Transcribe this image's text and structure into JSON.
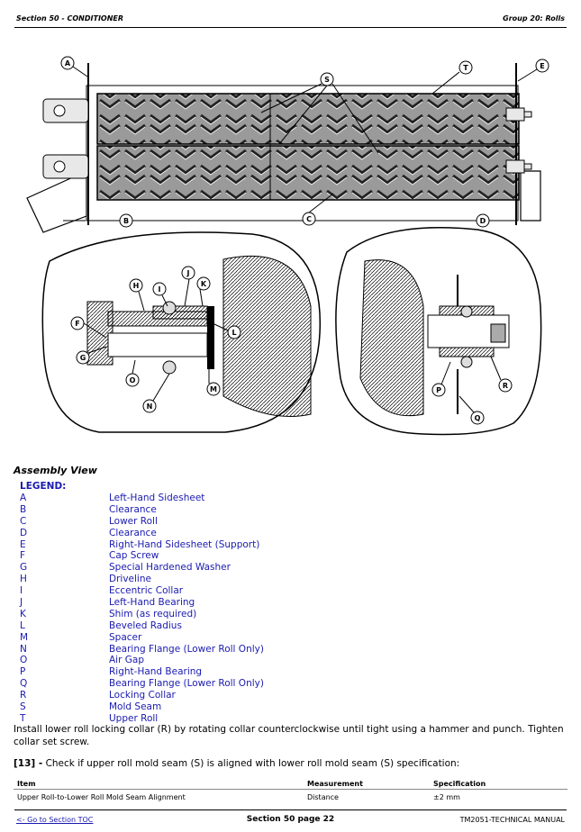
{
  "header": {
    "section": "Section 50 - CONDITIONER",
    "group": "Group 20: Rolls"
  },
  "figure": {
    "callouts": [
      "A",
      "B",
      "C",
      "D",
      "E",
      "F",
      "G",
      "H",
      "I",
      "J",
      "K",
      "L",
      "M",
      "N",
      "O",
      "P",
      "Q",
      "R",
      "S",
      "T"
    ]
  },
  "caption": "Assembly View",
  "legend": {
    "title": "LEGEND:",
    "items": [
      {
        "key": "A",
        "label": "Left-Hand Sidesheet"
      },
      {
        "key": "B",
        "label": "Clearance"
      },
      {
        "key": "C",
        "label": "Lower Roll"
      },
      {
        "key": "D",
        "label": "Clearance"
      },
      {
        "key": "E",
        "label": "Right-Hand Sidesheet (Support)"
      },
      {
        "key": "F",
        "label": "Cap Screw"
      },
      {
        "key": "G",
        "label": "Special Hardened Washer"
      },
      {
        "key": "H",
        "label": "Driveline"
      },
      {
        "key": "I",
        "label": "Eccentric Collar"
      },
      {
        "key": "J",
        "label": "Left-Hand Bearing"
      },
      {
        "key": "K",
        "label": "Shim (as required)"
      },
      {
        "key": "L",
        "label": "Beveled Radius"
      },
      {
        "key": "M",
        "label": "Spacer"
      },
      {
        "key": "N",
        "label": "Bearing Flange (Lower Roll Only)"
      },
      {
        "key": "O",
        "label": "Air Gap"
      },
      {
        "key": "P",
        "label": "Right-Hand Bearing"
      },
      {
        "key": "Q",
        "label": "Bearing Flange (Lower Roll Only)"
      },
      {
        "key": "R",
        "label": "Locking Collar"
      },
      {
        "key": "S",
        "label": "Mold Seam"
      },
      {
        "key": "T",
        "label": "Upper Roll"
      }
    ]
  },
  "instruction": "Install lower roll locking collar (R) by rotating collar counterclockwise until tight using a hammer and punch. Tighten collar set screw.",
  "step": {
    "number": "[13] -",
    "text": " Check if upper roll mold seam (S) is aligned with lower roll mold seam (S) specification:"
  },
  "spec_table": {
    "headers": [
      "Item",
      "Measurement",
      "Specification"
    ],
    "row": [
      "Upper Roll-to-Lower Roll Mold Seam Alignment",
      "Distance",
      "±2 mm"
    ]
  },
  "footer": {
    "link": "<- Go to Section TOC",
    "page": "Section 50 page 22",
    "manual": "TM2051-TECHNICAL MANUAL"
  }
}
